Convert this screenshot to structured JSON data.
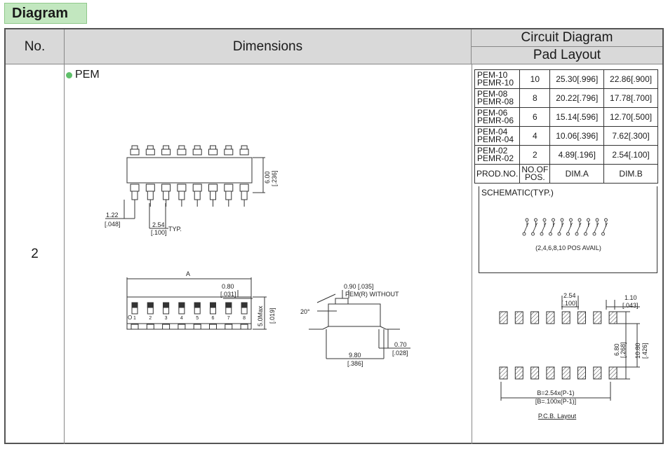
{
  "tag": "Diagram",
  "headers": {
    "no": "No.",
    "dimensions": "Dimensions",
    "circuit": "Circuit Diagram",
    "pad": "Pad Layout"
  },
  "row_no": "2",
  "series_label": "PEM",
  "top_view": {
    "height_dim": "6.00",
    "height_dim_in": "[.236]",
    "pin_width": "1.22",
    "pin_width_in": "[.048]",
    "pitch": "2.54",
    "pitch_in": "[.100]",
    "typ": "TYP."
  },
  "front_view": {
    "dim_a": "A",
    "dim_080": "0.80",
    "dim_080_in": "[.031]",
    "height_max": "5.0Max",
    "height_max_in": "[.019]",
    "on_label": "O",
    "pin_numbers": [
      "1",
      "2",
      "3",
      "4",
      "5",
      "6",
      "7",
      "8"
    ]
  },
  "side_view": {
    "dim_090": "0.90 [.035]",
    "note": "PEM(R) WITHOUT",
    "angle": "20°",
    "dim_070": "0.70",
    "dim_070_in": "[.028]",
    "dim_980": "9.80",
    "dim_980_in": "[.386]"
  },
  "spec_table": {
    "rows": [
      {
        "prod": [
          "PEM-10",
          "PEMR-10"
        ],
        "pos": "10",
        "dim_a": "25.30[.996]",
        "dim_b": "22.86[.900]"
      },
      {
        "prod": [
          "PEM-08",
          "PEMR-08"
        ],
        "pos": "8",
        "dim_a": "20.22[.796]",
        "dim_b": "17.78[.700]"
      },
      {
        "prod": [
          "PEM-06",
          "PEMR-06"
        ],
        "pos": "6",
        "dim_a": "15.14[.596]",
        "dim_b": "12.70[.500]"
      },
      {
        "prod": [
          "PEM-04",
          "PEMR-04"
        ],
        "pos": "4",
        "dim_a": "10.06[.396]",
        "dim_b": "7.62[.300]"
      },
      {
        "prod": [
          "PEM-02",
          "PEMR-02"
        ],
        "pos": "2",
        "dim_a": "4.89[.196]",
        "dim_b": "2.54[.100]"
      }
    ],
    "header": {
      "prod": "PROD.NO.",
      "pos": [
        "NO.OF",
        "POS."
      ],
      "dim_a": "DIM.A",
      "dim_b": "DIM.B"
    }
  },
  "schematic": {
    "title": "SCHEMATIC(TYP.)",
    "avail": "(2,4,6,8,10 POS AVAIL)"
  },
  "pcb": {
    "pitch": "2.54",
    "pitch_in": "[.100]",
    "pad_w": "1.10",
    "pad_w_in": "[.043]",
    "dim_680": "6.80",
    "dim_680_in": "[.268]",
    "dim_1080": "10.80",
    "dim_1080_in": "[.426]",
    "formula": "B=2.54x(P-1)",
    "formula_in": "[B=.100x(P-1)]",
    "caption": "P.C.B. Layout"
  },
  "colors": {
    "header_bg": "#d9d9d9",
    "tag_bg": "#c2e7bf",
    "bullet": "#5fbf6a"
  }
}
